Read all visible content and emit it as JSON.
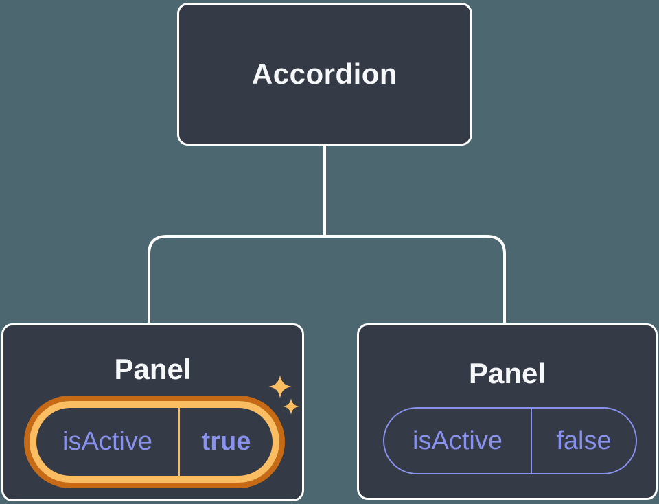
{
  "diagram": {
    "type": "component-tree",
    "root": {
      "label": "Accordion"
    },
    "panels": [
      {
        "label": "Panel",
        "prop_name": "isActive",
        "prop_value": "true",
        "state": "active",
        "highlighted": true,
        "icon": "sparkle-icon"
      },
      {
        "label": "Panel",
        "prop_name": "isActive",
        "prop_value": "false",
        "state": "inactive",
        "highlighted": false
      }
    ],
    "colors": {
      "canvas_background": "#4d6771",
      "node_fill": "#343a46",
      "node_border": "#ffffff",
      "title_text": "#f6f7f9",
      "prop_text": "#8891ec",
      "prop_border_inactive": "#8891ec",
      "highlight_ring_inner": "#fabd62",
      "highlight_ring_outer": "#c76a15",
      "sparkle": "#fabd62",
      "connector": "#ffffff"
    }
  }
}
